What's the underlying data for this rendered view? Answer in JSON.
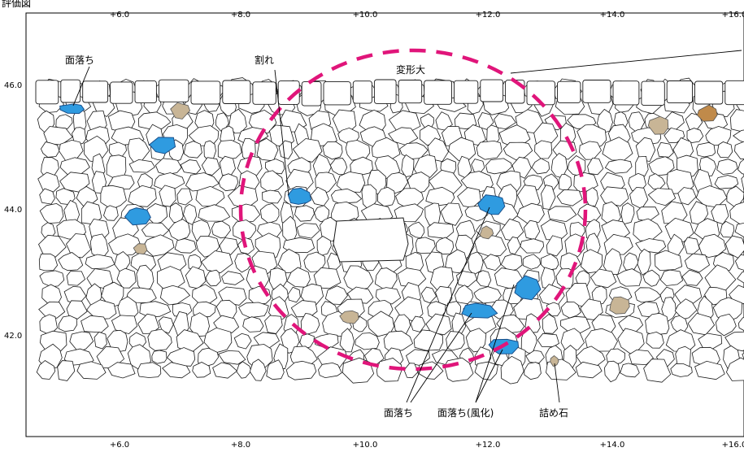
{
  "title": "評価図",
  "x_ticks": [
    "+6.0",
    "+8.0",
    "+10.0",
    "+12.0",
    "+14.0",
    "+16.0"
  ],
  "y_ticks": [
    "46.0",
    "44.0",
    "42.0"
  ],
  "annotations": {
    "spall_top": "面落ち",
    "crack": "割れ",
    "deform": "変形大",
    "spall_bottom": "面落ち",
    "spall_weathered": "面落ち(風化)",
    "filler_stone": "詰め石"
  },
  "colors": {
    "spall": "#2f9be0",
    "spall_edge": "#1a4f8a",
    "filler": "#c8b596",
    "filler_alt": "#c08a4a",
    "deform_ring": "#e0157a",
    "stone_line": "#1a1a1a",
    "frame": "#000000"
  }
}
